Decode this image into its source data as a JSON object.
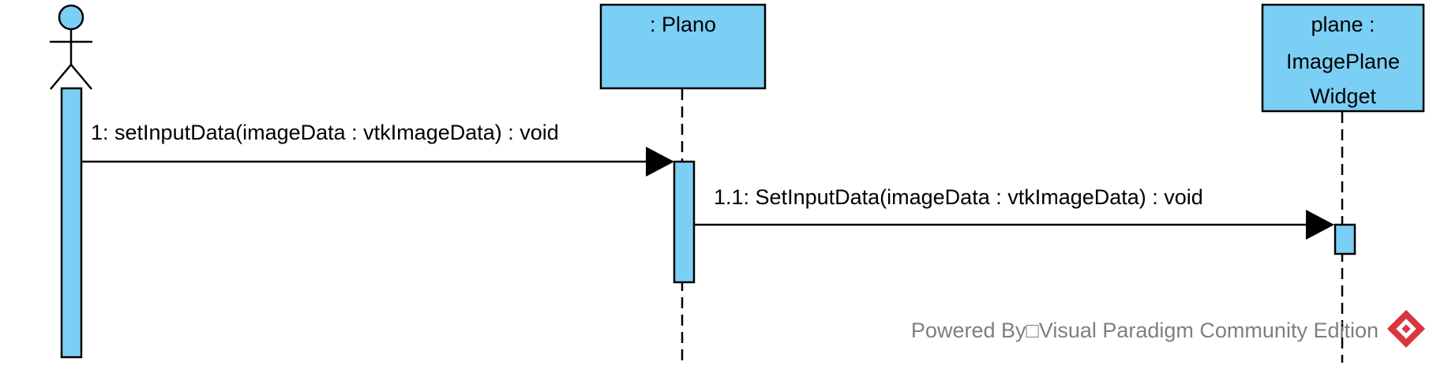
{
  "diagram": {
    "actor": {
      "name": ""
    },
    "lifelines": [
      {
        "id": "plano",
        "lines": [
          ": Plano"
        ]
      },
      {
        "id": "plane",
        "lines": [
          "plane :",
          "ImagePlane",
          "Widget"
        ]
      }
    ],
    "messages": [
      {
        "label": "1: setInputData(imageData : vtkImageData) : void"
      },
      {
        "label": "1.1: SetInputData(imageData : vtkImageData) : void"
      }
    ],
    "watermark": "Powered By□Visual Paradigm Community Edition",
    "colors": {
      "fill": "#7ccff4",
      "stroke": "#000000",
      "watermark": "#7f7f7f",
      "logo": "#d9363e"
    }
  }
}
